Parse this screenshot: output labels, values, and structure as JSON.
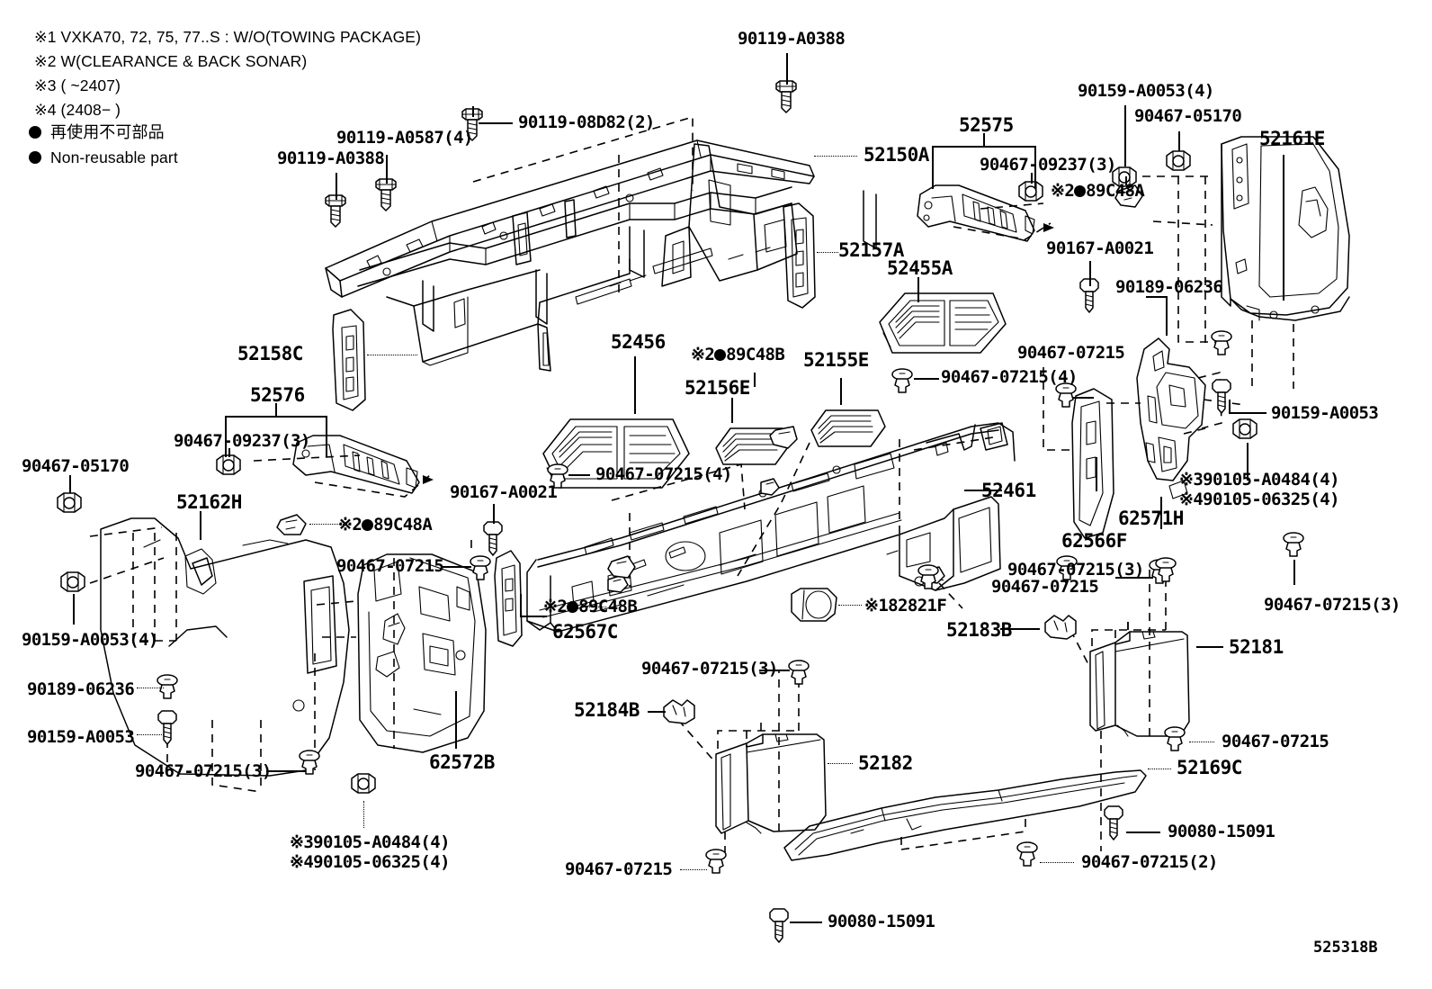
{
  "diagram": {
    "id": "525318B",
    "notes": [
      "※1 VXKA70, 72, 75, 77..S : W/O(TOWING PACKAGE)",
      "※2 W(CLEARANCE & BACK SONAR)",
      "※3 (      ~2407)",
      "※4 (2408−      )"
    ],
    "legend": [
      "再使用不可部品",
      "Non-reusable part"
    ]
  },
  "labels": {
    "l_90119_a0388_a": "90119-A0388",
    "l_90119_a0587": "90119-A0587(4)",
    "l_90119_08d82": "90119-08D82(2)",
    "l_90119_a0388_b": "90119-A0388",
    "l_52150a": "52150A",
    "l_52575": "52575",
    "l_90467_09237_top": "90467-09237(3)",
    "l_x2_89c48a_top": "89C48A",
    "l_x2_top_mark": "※2",
    "l_90159_a0053_4_top": "90159-A0053(4)",
    "l_90467_05170_top": "90467-05170",
    "l_52161e": "52161E",
    "l_90167_a0021_top": "90167-A0021",
    "l_90189_06236_top": "90189-06236",
    "l_52157a": "52157A",
    "l_52455a": "52455A",
    "l_90159_a0053_right": "90159-A0053",
    "l_52158c": "52158C",
    "l_52576": "52576",
    "l_90467_09237_left": "90467-09237(3)",
    "l_52162h": "52162H",
    "l_90467_05170_left": "90467-05170",
    "l_90159_a0053_4_left": "90159-A0053(4)",
    "l_90189_06236_left": "90189-06236",
    "l_90159_a0053_left": "90159-A0053",
    "l_90467_07215_3_left": "90467-07215(3)",
    "l_52456": "52456",
    "l_x2_89c48b_top": "89C48B",
    "l_52155e": "52155E",
    "l_52156e": "52156E",
    "l_90467_07215_4_c": "90467-07215(4)",
    "l_90467_07215_4_r": "90467-07215(4)",
    "l_90467_07215_mid": "90467-07215",
    "l_52461": "52461",
    "l_90167_a0021_mid": "90167-A0021",
    "l_x2_89c48a_mid": "89C48A",
    "l_90467_07215_midleft": "90467-07215",
    "l_x2_89c48b_low": "89C48B",
    "l_62567c": "62567C",
    "l_x1_82821f": "82821F",
    "l_x1_mark": "※1",
    "l_62572b": "62572B",
    "l_x3_90105_a0484_left": "90105-A0484(4)",
    "l_x4_90105_06325_left": "90105-06325(4)",
    "l_x3_mark": "※3",
    "l_x4_mark": "※4",
    "l_x3_90105_a0484_right": "90105-A0484(4)",
    "l_x4_90105_06325_right": "90105-06325(4)",
    "l_62571h": "62571H",
    "l_62566f": "62566F",
    "l_90467_07215_3_r1": "90467-07215(3)",
    "l_90467_07215_r2": "90467-07215",
    "l_90467_07215_3_r3": "90467-07215(3)",
    "l_52183b": "52183B",
    "l_52181": "52181",
    "l_90467_07215_r4": "90467-07215",
    "l_52169c": "52169C",
    "l_90080_15091_r": "90080-15091",
    "l_90467_07215_2_r": "90467-07215(2)",
    "l_52184b": "52184B",
    "l_90467_07215_3_b": "90467-07215(3)",
    "l_52182": "52182",
    "l_90467_07215_b": "90467-07215",
    "l_90080_15091_b": "90080-15091"
  }
}
